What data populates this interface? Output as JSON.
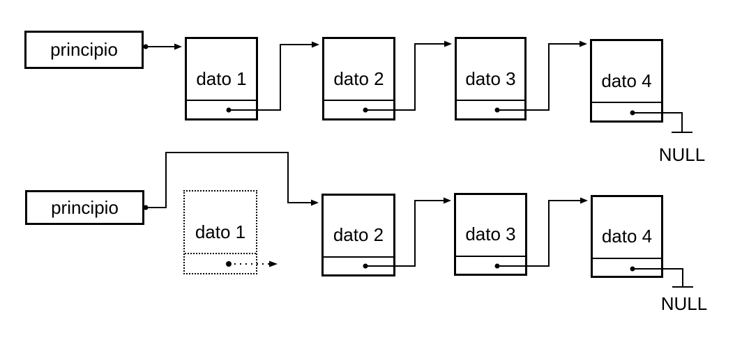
{
  "colors": {
    "ink": "#000000",
    "background": "#ffffff"
  },
  "top_list": {
    "description": "singly linked list before deletion",
    "head_label": "principio",
    "nodes": [
      {
        "label": "dato 1"
      },
      {
        "label": "dato 2"
      },
      {
        "label": "dato 3"
      },
      {
        "label": "dato 4"
      }
    ],
    "terminator_label": "NULL"
  },
  "bottom_list": {
    "description": "singly linked list after unlinking first node",
    "head_label": "principio",
    "nodes": [
      {
        "label": "dato 1",
        "state": "removed"
      },
      {
        "label": "dato 2"
      },
      {
        "label": "dato 3"
      },
      {
        "label": "dato 4"
      }
    ],
    "terminator_label": "NULL"
  }
}
